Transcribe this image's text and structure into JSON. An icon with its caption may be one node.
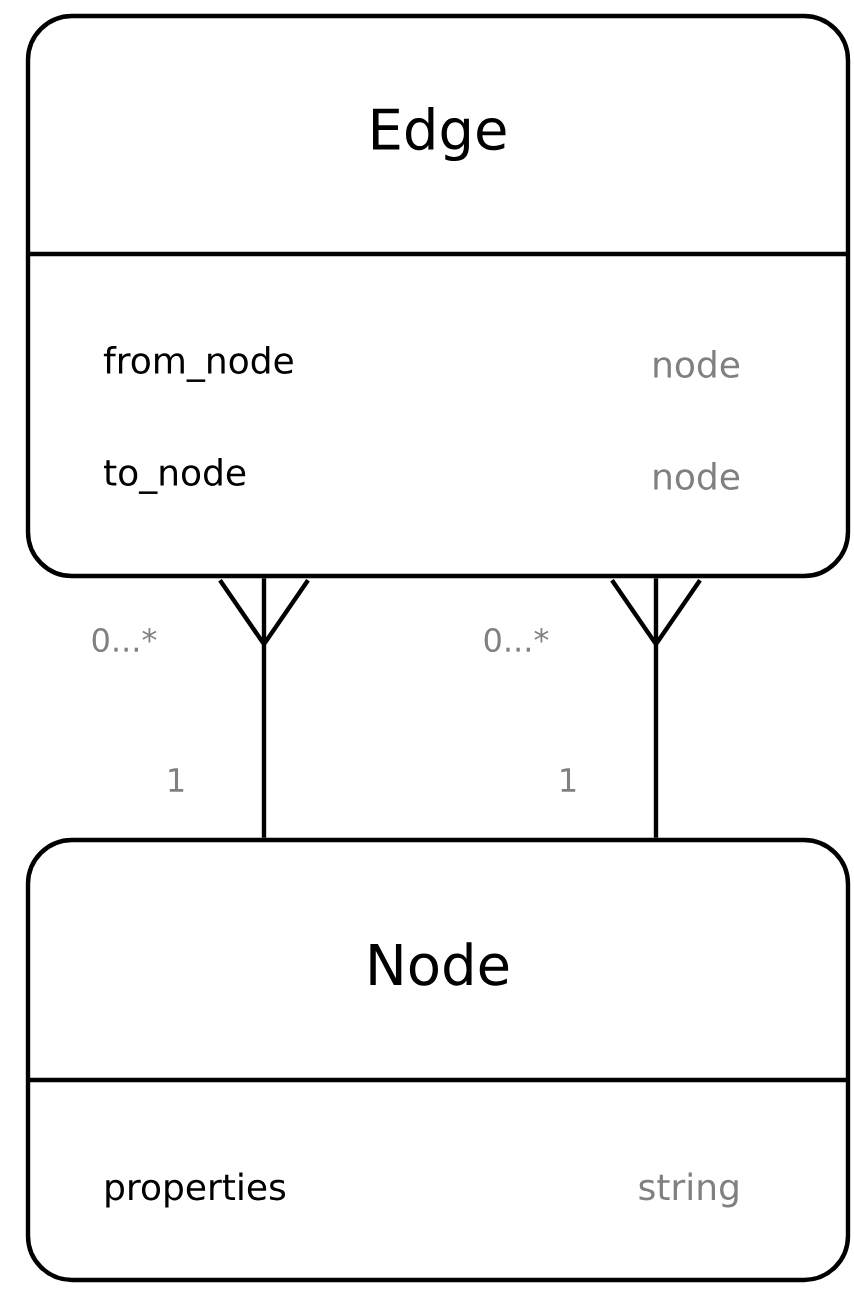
{
  "diagram": {
    "nodes": [
      {
        "text": [
          "Edge",
          "from_node",
          "node",
          "to_node",
          "node"
        ]
      },
      {
        "text": [
          "Node",
          "properties",
          "string"
        ]
      }
    ],
    "edges": [
      {
        "from": 0,
        "to": 1,
        "arrow": "other"
      },
      {
        "from": 0,
        "to": 1,
        "arrow": "other"
      }
    ],
    "labels": [
      "0...*",
      "0...*",
      "1",
      "1"
    ]
  }
}
